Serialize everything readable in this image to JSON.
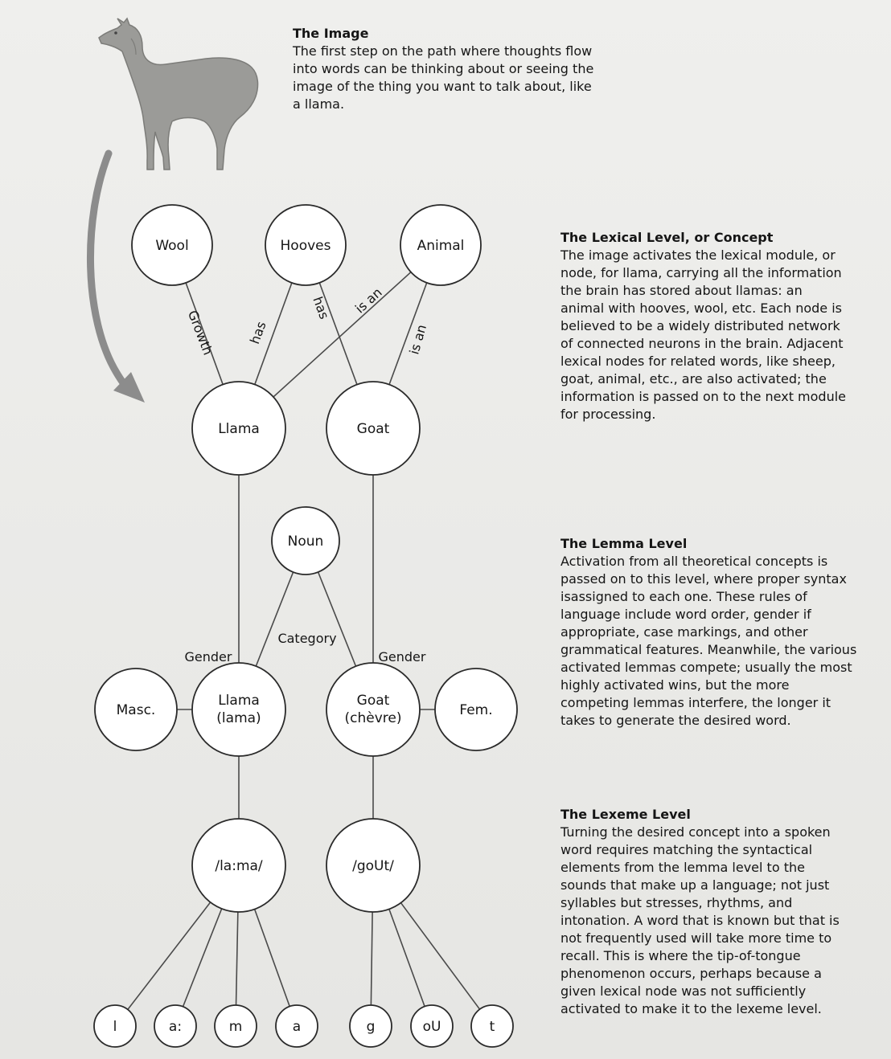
{
  "sections": {
    "image": {
      "title": "The Image",
      "body": "The first step on the path where thoughts flow into words can be thinking about or seeing the image of the thing you want to talk about, like a llama."
    },
    "lexical": {
      "title": "The Lexical Level, or Concept",
      "body": "The image activates the lexical module, or node, for llama, carrying all the information the brain has stored about llamas: an animal with hooves, wool, etc. Each node is believed to be a widely distributed network of connected neurons in the brain. Adjacent lexical nodes for related words, like sheep, goat, animal, etc., are also activated; the information is passed on to the next module for processing."
    },
    "lemma": {
      "title": "The Lemma Level",
      "body": "Activation from all theoretical concepts is passed on to this level, where proper syntax isassigned to each one. These rules of language include word order, gender if appropriate, case markings, and other grammatical features. Meanwhile, the various activated lemmas compete; usually the most highly activated wins, but the more competing lemmas interfere, the longer it takes to generate the desired word."
    },
    "lexeme": {
      "title": "The Lexeme Level",
      "body": "Turning the desired concept into a spoken word requires matching the syntactical elements from the lemma level to the sounds that make up a language; not just syllables but stresses, rhythms, and intonation. A word that is known but that is not frequently used will take more time to recall. This is where the tip-of-tongue phenomenon occurs, perhaps because a given lexical node was not sufficiently activated to make it to the lexeme level."
    }
  },
  "nodes": {
    "wool": "Wool",
    "hooves": "Hooves",
    "animal": "Animal",
    "llama": "Llama",
    "goat": "Goat",
    "noun": "Noun",
    "masc": "Masc.",
    "llama_lemma_1": "Llama",
    "llama_lemma_2": "(lama)",
    "goat_lemma_1": "Goat",
    "goat_lemma_2": "(chèvre)",
    "fem": "Fem.",
    "llama_lexeme": "/la:ma/",
    "goat_lexeme": "/goUt/",
    "phoneme_l": "l",
    "phoneme_a_long": "a:",
    "phoneme_m": "m",
    "phoneme_a": "a",
    "phoneme_g": "g",
    "phoneme_ou": "oU",
    "phoneme_t": "t"
  },
  "edge_labels": {
    "growth": "Growth",
    "has_1": "has",
    "has_2": "has",
    "is_an_1": "is an",
    "is_an_2": "is an",
    "category": "Category",
    "gender_1": "Gender",
    "gender_2": "Gender"
  },
  "icons": {
    "llama_illustration": "llama-illustration",
    "flow_arrow": "curved-arrow-icon"
  },
  "colors": {
    "node_fill": "#ffffff",
    "node_stroke": "#2a2a2a",
    "edge_stroke": "#4a4a4a",
    "arrow": "#8c8c8c",
    "llama_fill": "#9b9b98"
  }
}
